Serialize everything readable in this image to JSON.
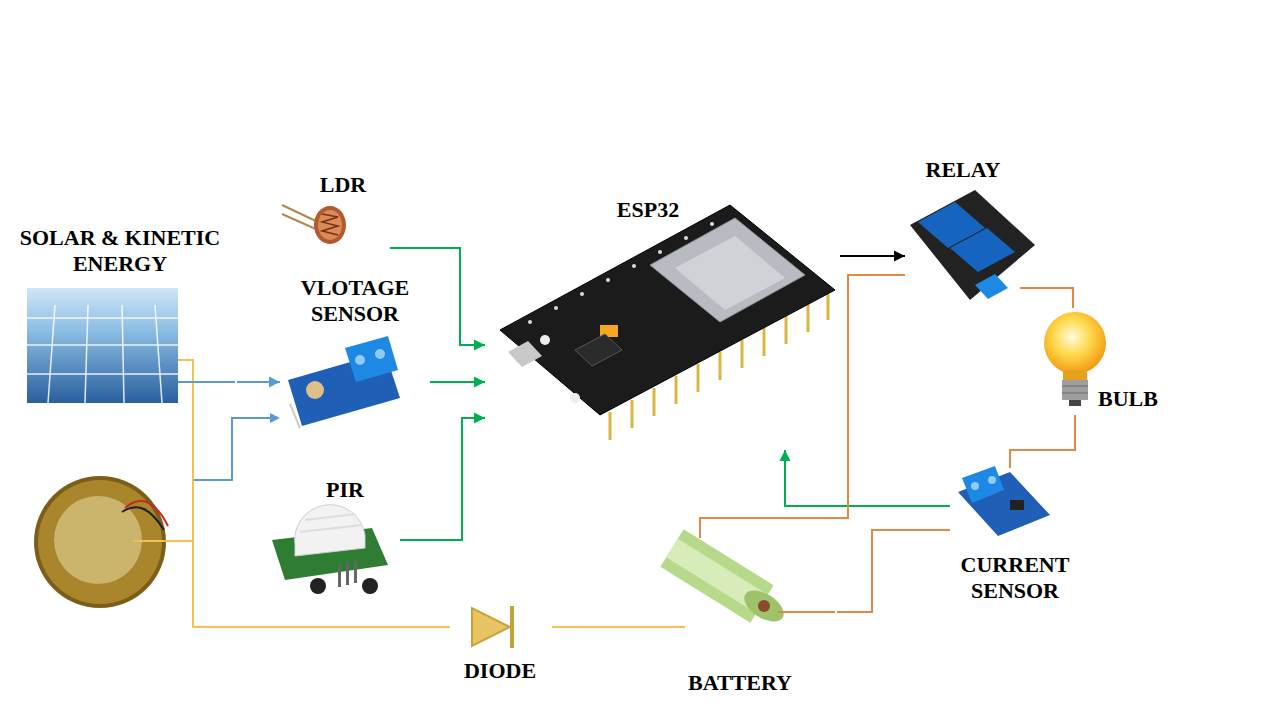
{
  "diagram": {
    "nodes": [
      {
        "text": [
          "SOLAR & KINETIC ENERGY"
        ]
      },
      {
        "text": [
          "LDR"
        ]
      },
      {
        "text": [
          "VLOTAGE SENSOR"
        ]
      },
      {
        "text": [
          "PIR"
        ]
      },
      {
        "text": [
          "ESP32"
        ]
      },
      {
        "text": [
          "RELAY"
        ]
      },
      {
        "text": [
          "BULB"
        ]
      },
      {
        "text": [
          "CURRENT SENSOR"
        ]
      },
      {
        "text": [
          "DIODE"
        ]
      },
      {
        "text": [
          "BATTERY"
        ]
      }
    ],
    "edges": [
      {
        "from": 0,
        "to": 2,
        "arrow": "to"
      },
      {
        "from": 1,
        "to": 4,
        "arrow": "to"
      },
      {
        "from": 2,
        "to": 4,
        "arrow": "to"
      },
      {
        "from": 3,
        "to": 4,
        "arrow": "to"
      },
      {
        "from": 7,
        "to": 4,
        "arrow": "to"
      },
      {
        "from": 4,
        "to": 5,
        "arrow": "to"
      },
      {
        "from": 0,
        "to": 8,
        "arrow": "none"
      },
      {
        "from": 8,
        "to": 9,
        "arrow": "none"
      },
      {
        "from": 9,
        "to": 5,
        "arrow": "none"
      },
      {
        "from": 5,
        "to": 6,
        "arrow": "none"
      },
      {
        "from": 6,
        "to": 7,
        "arrow": "none"
      },
      {
        "from": 7,
        "to": 9,
        "arrow": "none"
      }
    ]
  }
}
